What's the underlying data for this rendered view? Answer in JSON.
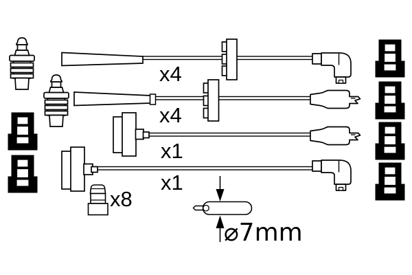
{
  "diagram": {
    "background_color": "#ffffff",
    "line_color": "#000000",
    "labels": {
      "row1_qty": "x4",
      "row2_qty": "x4",
      "row3_qty": "x1",
      "row4_qty": "x1",
      "cap_qty": "x8",
      "cable_diameter": "⌀7mm"
    }
  }
}
